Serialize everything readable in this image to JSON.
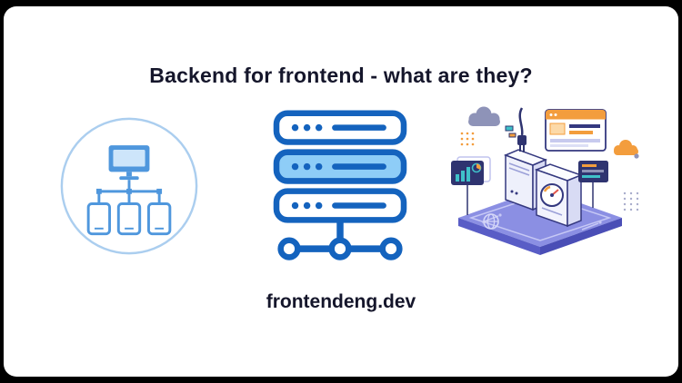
{
  "page": {
    "title": "Backend for frontend - what are they?",
    "footer": "frontendeng.dev"
  },
  "colors": {
    "background": "#000000",
    "card_background": "#ffffff",
    "title_text": "#15162b"
  },
  "palette": {
    "client_icon_blue": "#4f97dd",
    "client_circle_blue": "#abceef",
    "server_outline_blue": "#1463be",
    "server_fill_blue": "#8ecdf7",
    "platform_purple": "#8b8fe3",
    "navy": "#2f3470",
    "orange": "#f39d3d",
    "teal": "#3fc1c9",
    "cloud_gray": "#8e93b8"
  },
  "figures": [
    {
      "name": "client-network-illustration",
      "icon": "monitor-with-tablets-icon"
    },
    {
      "name": "server-stack-illustration",
      "icon": "server-rack-network-icon"
    },
    {
      "name": "cloud-platform-illustration",
      "icon": "isometric-server-platform-icon"
    }
  ]
}
